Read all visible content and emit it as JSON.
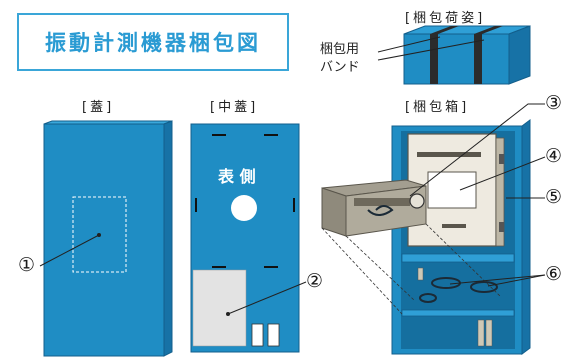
{
  "title": "振動計測機器梱包図",
  "sections": {
    "lid": "[蓋]",
    "inner_lid": "[中蓋]",
    "box": "[梱包箱]",
    "packed": "[梱包荷姿]"
  },
  "band_label": [
    "梱包用",
    "バンド"
  ],
  "front_side": "表 側",
  "callouts": [
    "①",
    "②",
    "③",
    "④",
    "⑤",
    "⑥"
  ],
  "colors": {
    "blue": "#1f8dc4",
    "blue_dark": "#135f8c",
    "title": "#2a9bd3",
    "band": "#2b2b2b",
    "case": "#8a8578"
  }
}
